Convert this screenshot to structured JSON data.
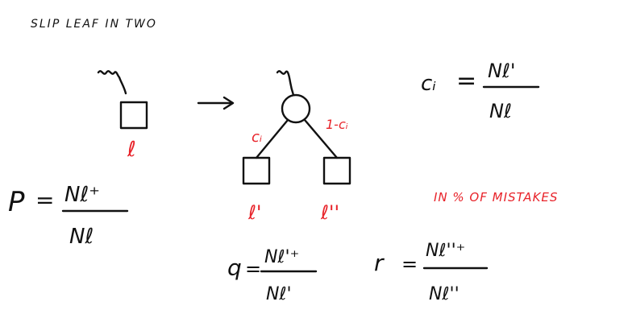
{
  "title": "SLIP LEAF IN TWO",
  "left_node": {
    "label": "ℓ"
  },
  "split": {
    "left_edge_label": "cᵢ",
    "right_edge_label": "1-cᵢ",
    "left_child_label": "ℓ'",
    "right_child_label": "ℓ''"
  },
  "formulas": {
    "ci_lhs": "cᵢ",
    "ci_equals": "=",
    "ci_numerator": "Nℓ'",
    "ci_denominator": "Nℓ",
    "p_lhs": "P",
    "p_equals": "=",
    "p_numerator": "Nℓ⁺",
    "p_denominator": "Nℓ",
    "q_lhs": "q",
    "q_equals": "=",
    "q_numerator": "Nℓ'⁺",
    "q_denominator": "Nℓ'",
    "r_lhs": "r",
    "r_equals": "=",
    "r_numerator": "Nℓ''⁺",
    "r_denominator": "Nℓ''"
  },
  "note": "IN % OF MISTAKES",
  "colors": {
    "ink": "#111111",
    "red": "#e8232a"
  }
}
